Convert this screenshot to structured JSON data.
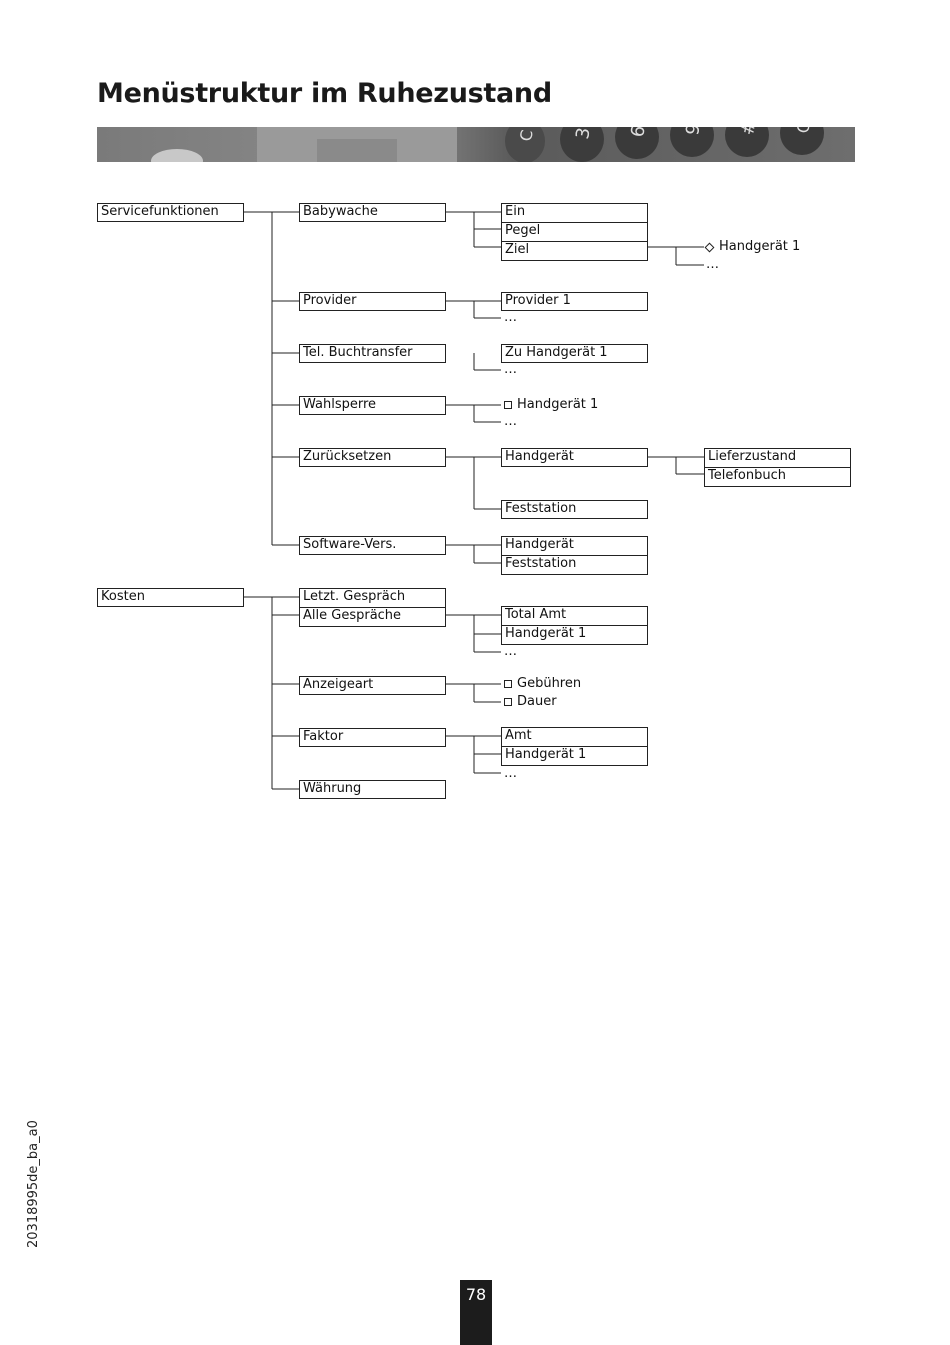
{
  "page": {
    "title": "Menüstruktur im Ruhezustand",
    "doc_code": "20318995de_ba_a0",
    "page_number": "78"
  },
  "menu": {
    "service": {
      "label": "Servicefunktionen",
      "babywache": {
        "label": "Babywache",
        "options": [
          "Ein",
          "Pegel",
          "Ziel"
        ],
        "ziel_sub": "Handgerät 1",
        "ziel_more": "…"
      },
      "provider": {
        "label": "Provider",
        "options": [
          "Provider 1"
        ],
        "more": "…"
      },
      "buchtransfer": {
        "label": "Tel. Buchtransfer",
        "options": [
          "Zu Handgerät 1"
        ],
        "more": "…"
      },
      "wahlsperre": {
        "label": "Wahlsperre",
        "item": "Handgerät 1",
        "more": "…"
      },
      "zuruecksetzen": {
        "label": "Zurücksetzen",
        "handgeraet": "Handgerät",
        "handgeraet_options": [
          "Lieferzustand",
          "Telefonbuch"
        ],
        "feststation": "Feststation"
      },
      "software": {
        "label": "Software-Vers.",
        "options": [
          "Handgerät",
          "Feststation"
        ]
      }
    },
    "kosten": {
      "label": "Kosten",
      "letzt": {
        "label": "Letzt. Gespräch"
      },
      "alle": {
        "label": "Alle Gespräche",
        "options": [
          "Total Amt",
          "Handgerät 1"
        ],
        "more": "…"
      },
      "anzeigeart": {
        "label": "Anzeigeart",
        "items": [
          "Gebühren",
          "Dauer"
        ]
      },
      "faktor": {
        "label": "Faktor",
        "options": [
          "Amt",
          "Handgerät 1"
        ],
        "more": "…"
      },
      "waehrung": {
        "label": "Währung"
      }
    }
  }
}
